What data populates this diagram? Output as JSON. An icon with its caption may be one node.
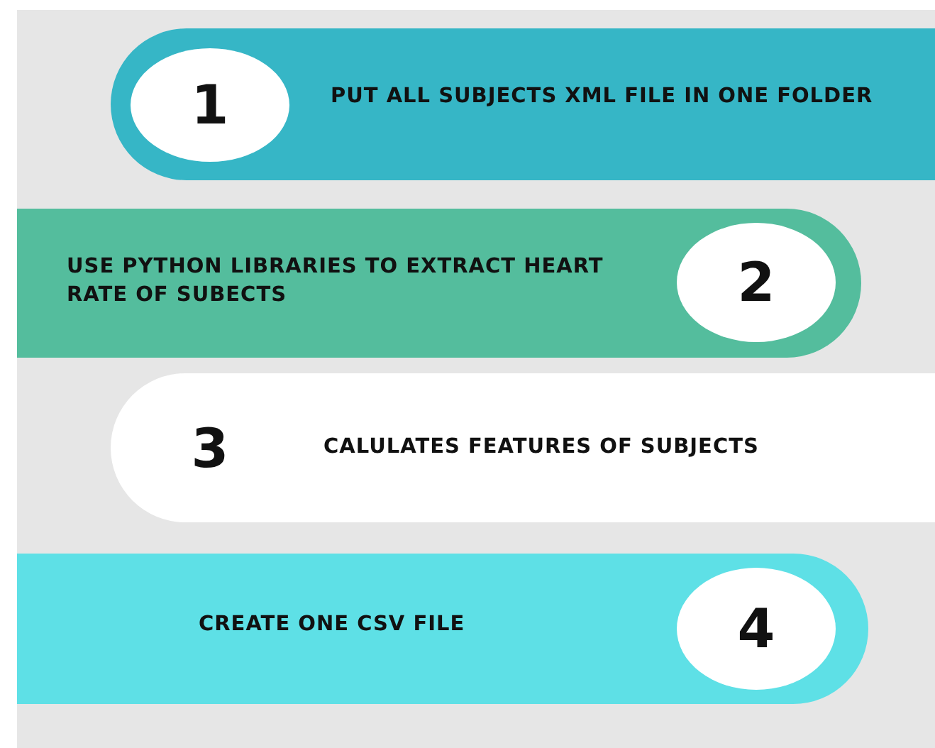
{
  "diagram": {
    "nodes": [
      {
        "text": [
          "PUT ALL SUBJECTS XML FILE IN ONE FOLDER"
        ]
      },
      {
        "text": [
          "1"
        ],
        "in": 0
      },
      {
        "text": [
          "USE PYTHON LIBRARIES TO EXTRACT HEART RATE OF SUBECTS"
        ]
      },
      {
        "text": [
          "2"
        ],
        "in": 2
      },
      {
        "text": [
          "CALULATES FEATURES OF SUBJECTS"
        ]
      },
      {
        "text": [
          "3"
        ],
        "in": 4
      },
      {
        "text": [
          "CREATE ONE CSV FILE"
        ]
      },
      {
        "text": [
          "4"
        ],
        "in": 6
      }
    ]
  }
}
